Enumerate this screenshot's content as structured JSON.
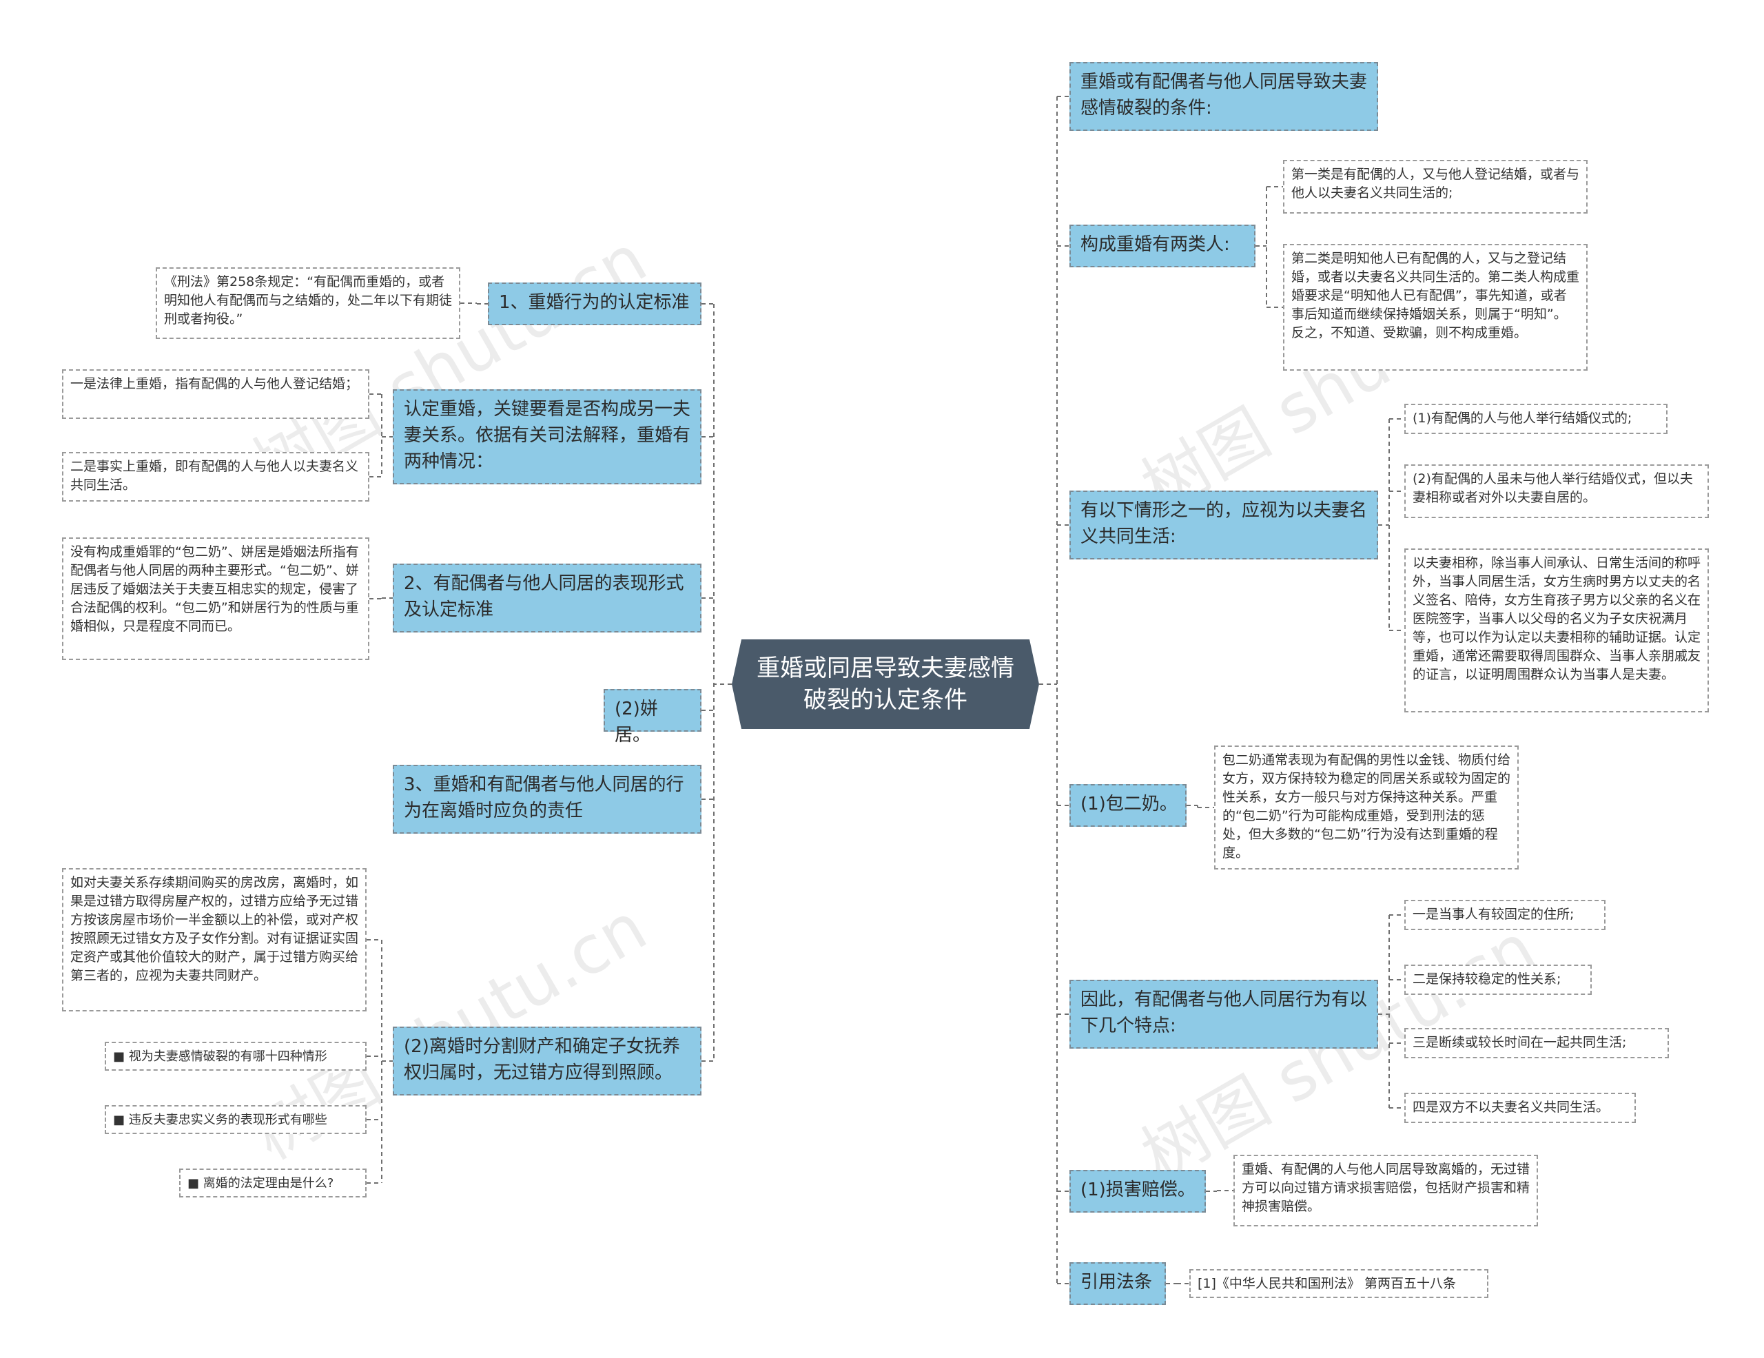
{
  "center": "重婚或同居导致夫妻感情破裂的认定条件",
  "left": {
    "n1": {
      "label": "1、重婚行为的认定标准",
      "detail": "《刑法》第258条规定：“有配偶而重婚的，或者明知他人有配偶而与之结婚的，处二年以下有期徒刑或者拘役。”"
    },
    "n2": {
      "label": "认定重婚，关键要看是否构成另一夫妻关系。依据有关司法解释，重婚有两种情况：",
      "details": [
        "一是法律上重婚，指有配偶的人与他人登记结婚；",
        "二是事实上重婚，即有配偶的人与他人以夫妻名义共同生活。"
      ]
    },
    "n3": {
      "label": "2、有配偶者与他人同居的表现形式及认定标准",
      "detail": "没有构成重婚罪的“包二奶”、姘居是婚姻法所指有配偶者与他人同居的两种主要形式。“包二奶”、姘居违反了婚姻法关于夫妻互相忠实的规定，侵害了合法配偶的权利。“包二奶”和姘居行为的性质与重婚相似，只是程度不同而已。"
    },
    "n4": {
      "label": "(2)姘居。"
    },
    "n5": {
      "label": "3、重婚和有配偶者与他人同居的行为在离婚时应负的责任"
    },
    "n6": {
      "label": "(2)离婚时分割财产和确定子女抚养权归属时，无过错方应得到照顾。",
      "detail": "如对夫妻关系存续期间购买的房改房，离婚时，如果是过错方取得房屋产权的，过错方应给予无过错方按该房屋市场价一半金额以上的补偿，或对产权按照顾无过错女方及子女作分割。对有证据证实固定资产或其他价值较大的财产，属于过错方购买给第三者的，应视为夫妻共同财产。",
      "links": [
        "■ 视为夫妻感情破裂的有哪十四种情形",
        "■ 违反夫妻忠实义务的表现形式有哪些",
        "■ 离婚的法定理由是什么?"
      ]
    }
  },
  "right": {
    "r1": {
      "label": "重婚或有配偶者与他人同居导致夫妻感情破裂的条件:"
    },
    "r2": {
      "label": "构成重婚有两类人:",
      "details": [
        "第一类是有配偶的人，又与他人登记结婚，或者与他人以夫妻名义共同生活的;",
        "第二类是明知他人已有配偶的人，又与之登记结婚，或者以夫妻名义共同生活的。第二类人构成重婚要求是“明知他人已有配偶”，事先知道，或者事后知道而继续保持婚姻关系，则属于“明知”。反之，不知道、受欺骗，则不构成重婚。"
      ]
    },
    "r3": {
      "label": "有以下情形之一的，应视为以夫妻名义共同生活:",
      "details": [
        "(1)有配偶的人与他人举行结婚仪式的;",
        "(2)有配偶的人虽未与他人举行结婚仪式，但以夫妻相称或者对外以夫妻自居的。",
        "以夫妻相称，除当事人间承认、日常生活间的称呼外，当事人同居生活，女方生病时男方以丈夫的名义签名、陪侍，女方生育孩子男方以父亲的名义在医院签字，当事人以父母的名义为子女庆祝满月等，也可以作为认定以夫妻相称的辅助证据。认定重婚，通常还需要取得周围群众、当事人亲朋戚友的证言，以证明周围群众认为当事人是夫妻。"
      ]
    },
    "r4": {
      "label": "(1)包二奶。",
      "detail": "包二奶通常表现为有配偶的男性以金钱、物质付给女方，双方保持较为稳定的同居关系或较为固定的性关系，女方一般只与对方保持这种关系。严重的“包二奶”行为可能构成重婚，受到刑法的惩处，但大多数的“包二奶”行为没有达到重婚的程度。"
    },
    "r5": {
      "label": "因此，有配偶者与他人同居行为有以下几个特点:",
      "details": [
        "一是当事人有较固定的住所;",
        "二是保持较稳定的性关系;",
        "三是断续或较长时间在一起共同生活;",
        "四是双方不以夫妻名义共同生活。"
      ]
    },
    "r6": {
      "label": "(1)损害赔偿。",
      "detail": "重婚、有配偶的人与他人同居导致离婚的，无过错方可以向过错方请求损害赔偿，包括财产损害和精神损害赔偿。"
    },
    "r7": {
      "label": "引用法条",
      "detail": "[1]《中华人民共和国刑法》 第两百五十八条"
    }
  },
  "watermark": [
    "树图 shutu.cn",
    "树图 shutu.cn",
    "树图 shutu.cn",
    "树图 shutu.cn"
  ],
  "colors": {
    "center_bg": "#4a5a6a",
    "branch_bg": "#8ecae6",
    "connector": "#6f6f6f"
  }
}
